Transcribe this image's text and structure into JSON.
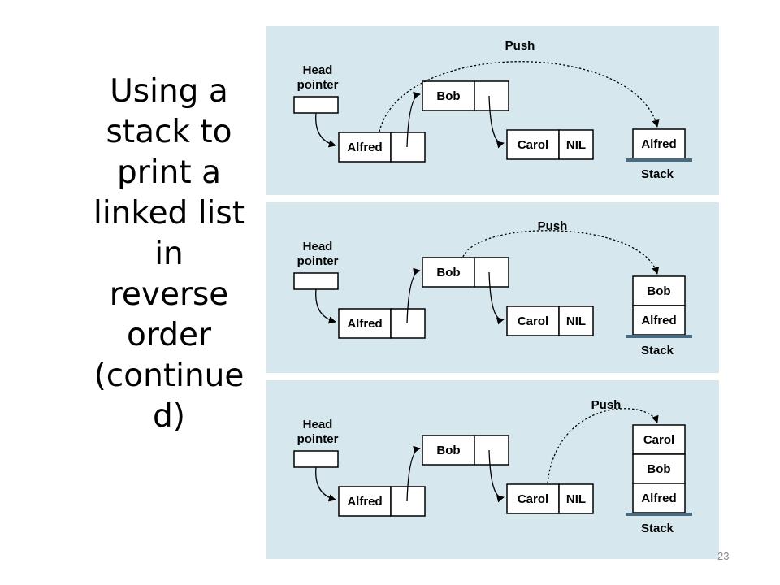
{
  "title": "Using a\nstack to\nprint a\nlinked list\nin\nreverse\norder\n(continue\nd)",
  "page_number": "23",
  "colors": {
    "panel_background": "#d6e8ee",
    "stack_base": "#4a6a80",
    "stroke": "#000000"
  },
  "panels": [
    {
      "head_label_line1": "Head",
      "head_label_line2": "pointer",
      "push_label": "Push",
      "stack_label": "Stack",
      "push_source": "Alfred",
      "nodes": [
        {
          "name": "Alfred",
          "next": ""
        },
        {
          "name": "Bob",
          "next": ""
        },
        {
          "name": "Carol",
          "next": "NIL"
        }
      ],
      "stack": [
        "Alfred"
      ]
    },
    {
      "head_label_line1": "Head",
      "head_label_line2": "pointer",
      "push_label": "Push",
      "stack_label": "Stack",
      "push_source": "Bob",
      "nodes": [
        {
          "name": "Alfred",
          "next": ""
        },
        {
          "name": "Bob",
          "next": ""
        },
        {
          "name": "Carol",
          "next": "NIL"
        }
      ],
      "stack": [
        "Bob",
        "Alfred"
      ]
    },
    {
      "head_label_line1": "Head",
      "head_label_line2": "pointer",
      "push_label": "Push",
      "stack_label": "Stack",
      "push_source": "Carol",
      "nodes": [
        {
          "name": "Alfred",
          "next": ""
        },
        {
          "name": "Bob",
          "next": ""
        },
        {
          "name": "Carol",
          "next": "NIL"
        }
      ],
      "stack": [
        "Carol",
        "Bob",
        "Alfred"
      ]
    }
  ]
}
